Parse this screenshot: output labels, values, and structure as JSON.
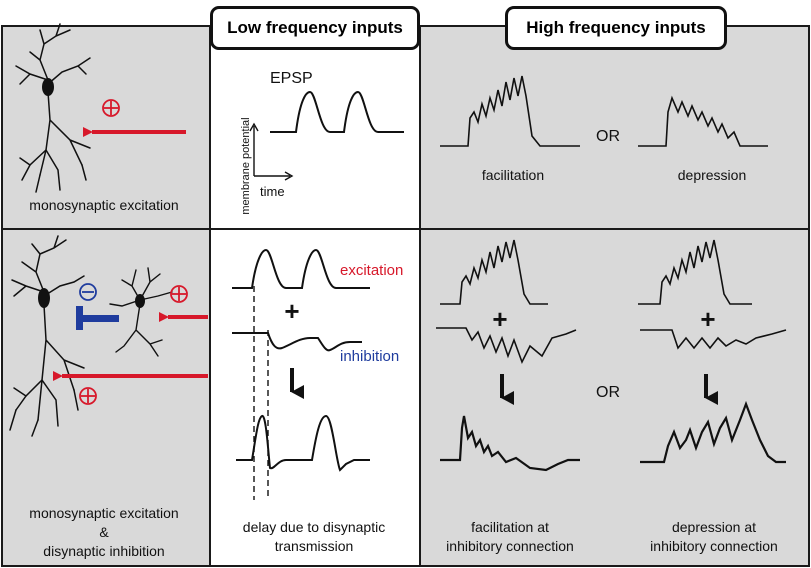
{
  "columns": {
    "low": {
      "title": "Low frequency inputs"
    },
    "high": {
      "title": "High frequency inputs"
    }
  },
  "row1": {
    "left_caption": "monosynaptic excitation",
    "epsp_label": "EPSP",
    "axis_y": "membrane potential",
    "axis_x": "time",
    "facilitation": "facilitation",
    "or": "OR",
    "depression": "depression"
  },
  "row2": {
    "left_caption_line1": "monosynaptic excitation",
    "left_caption_amp": "&",
    "left_caption_line2": "disynaptic inhibition",
    "excitation": "excitation",
    "inhibition": "inhibition",
    "plus": "+",
    "delay_line1": "delay due to disynaptic",
    "delay_line2": "transmission",
    "or": "OR",
    "fac_inh_line1": "facilitation at",
    "fac_inh_line2": "inhibitory connection",
    "dep_inh_line1": "depression at",
    "dep_inh_line2": "inhibitory connection"
  },
  "colors": {
    "panel_gray": "#d9d9d9",
    "border": "#1a1a1a",
    "excitation_red": "#d7182a",
    "inhibition_blue": "#1f3c9e"
  }
}
